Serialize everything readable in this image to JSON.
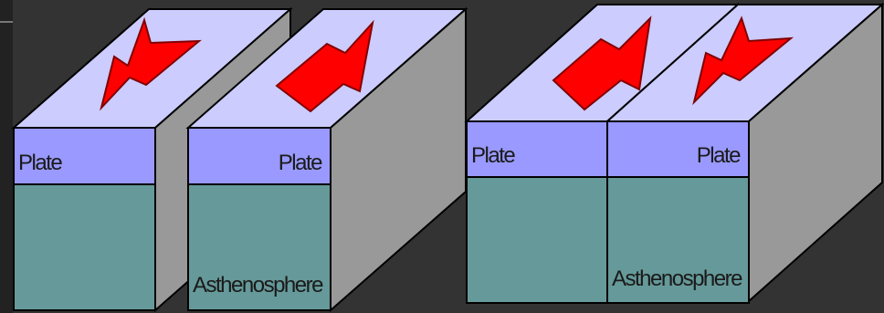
{
  "left_diagram": {
    "block_left": {
      "layer_top": "Plate"
    },
    "block_right": {
      "layer_top": "Plate",
      "layer_bottom": "Asthenosphere"
    }
  },
  "right_diagram": {
    "block_left": {
      "layer_top": "Plate"
    },
    "block_right": {
      "layer_top": "Plate",
      "layer_bottom": "Asthenosphere"
    }
  },
  "colors": {
    "background": "#333333",
    "top_face": "#ccccff",
    "plate_layer": "#9999ff",
    "asthenosphere": "#669999",
    "side_face": "#999999",
    "arrow": "#ff0000"
  }
}
